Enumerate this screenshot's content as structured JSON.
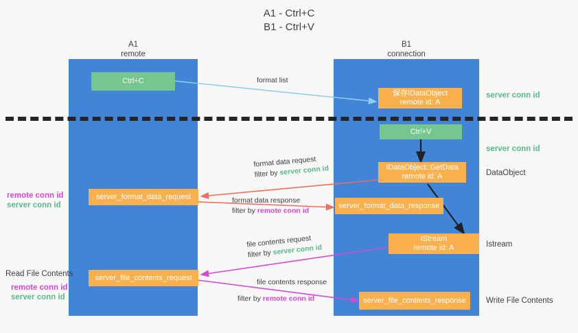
{
  "title": {
    "line1": "A1 - Ctrl+C",
    "line2": "B1 - Ctrl+V"
  },
  "lanes": [
    {
      "id": "a1",
      "name": "A1",
      "sub": "remote"
    },
    {
      "id": "b1",
      "name": "B1",
      "sub": "connection"
    }
  ],
  "colors": {
    "lane": "#4285d6",
    "green_box": "#76c68f",
    "orange_box": "#fbb04e",
    "green_text": "#57bb8a",
    "magenta_text": "#d24ad2",
    "blue_arrow": "#8ecdf0",
    "red_arrow": "#ef6d5e",
    "magenta_arrow": "#d24ad2",
    "black_arrow": "#202124",
    "background": "#f7f7f7",
    "text": "#3c4043"
  },
  "boxes": {
    "ctrl_c": {
      "line1": "Ctrl+C"
    },
    "save_idataobject": {
      "line1": "保存IDataObject",
      "line2": "remote id: A"
    },
    "ctrl_v": {
      "line1": "Ctrl+V"
    },
    "getdata": {
      "line1": "IDataObject::GetData",
      "line2": "remote id: A"
    },
    "format_data_request": {
      "line1": "server_format_data_request"
    },
    "format_data_response": {
      "line1": "server_format_data_response"
    },
    "istream": {
      "line1": "IStream",
      "line2": "remote id: A"
    },
    "file_contents_request": {
      "line1": "server_file_contents_request"
    },
    "file_contents_response": {
      "line1": "server_file_contents_response"
    }
  },
  "right_notes": {
    "server_conn_id_top": "server conn id",
    "server_conn_id_mid": "server conn id",
    "dataobject": "DataObject",
    "istream": "Istream",
    "write_file_contents": "Write File Contents"
  },
  "left_notes": {
    "remote_conn_id_1": "remote conn id",
    "server_conn_id_1": "server conn id",
    "read_file_contents": "Read File Contents",
    "remote_conn_id_2": "remote conn id",
    "server_conn_id_2": "server conn id"
  },
  "edges": {
    "format_list": {
      "line1": "format list"
    },
    "format_data_request": {
      "line1": "format data request",
      "filter_prefix": "filter by ",
      "filter_value": "server conn id"
    },
    "format_data_response": {
      "line1": "format data response",
      "filter_prefix": "filter by ",
      "filter_value": "remote conn id"
    },
    "file_contents_request": {
      "line1": "file contents request",
      "filter_prefix": "filter by ",
      "filter_value": "server conn id"
    },
    "file_contents_response": {
      "line1": "file contents response",
      "filter_prefix": "filter by ",
      "filter_value": "remote conn id"
    }
  }
}
